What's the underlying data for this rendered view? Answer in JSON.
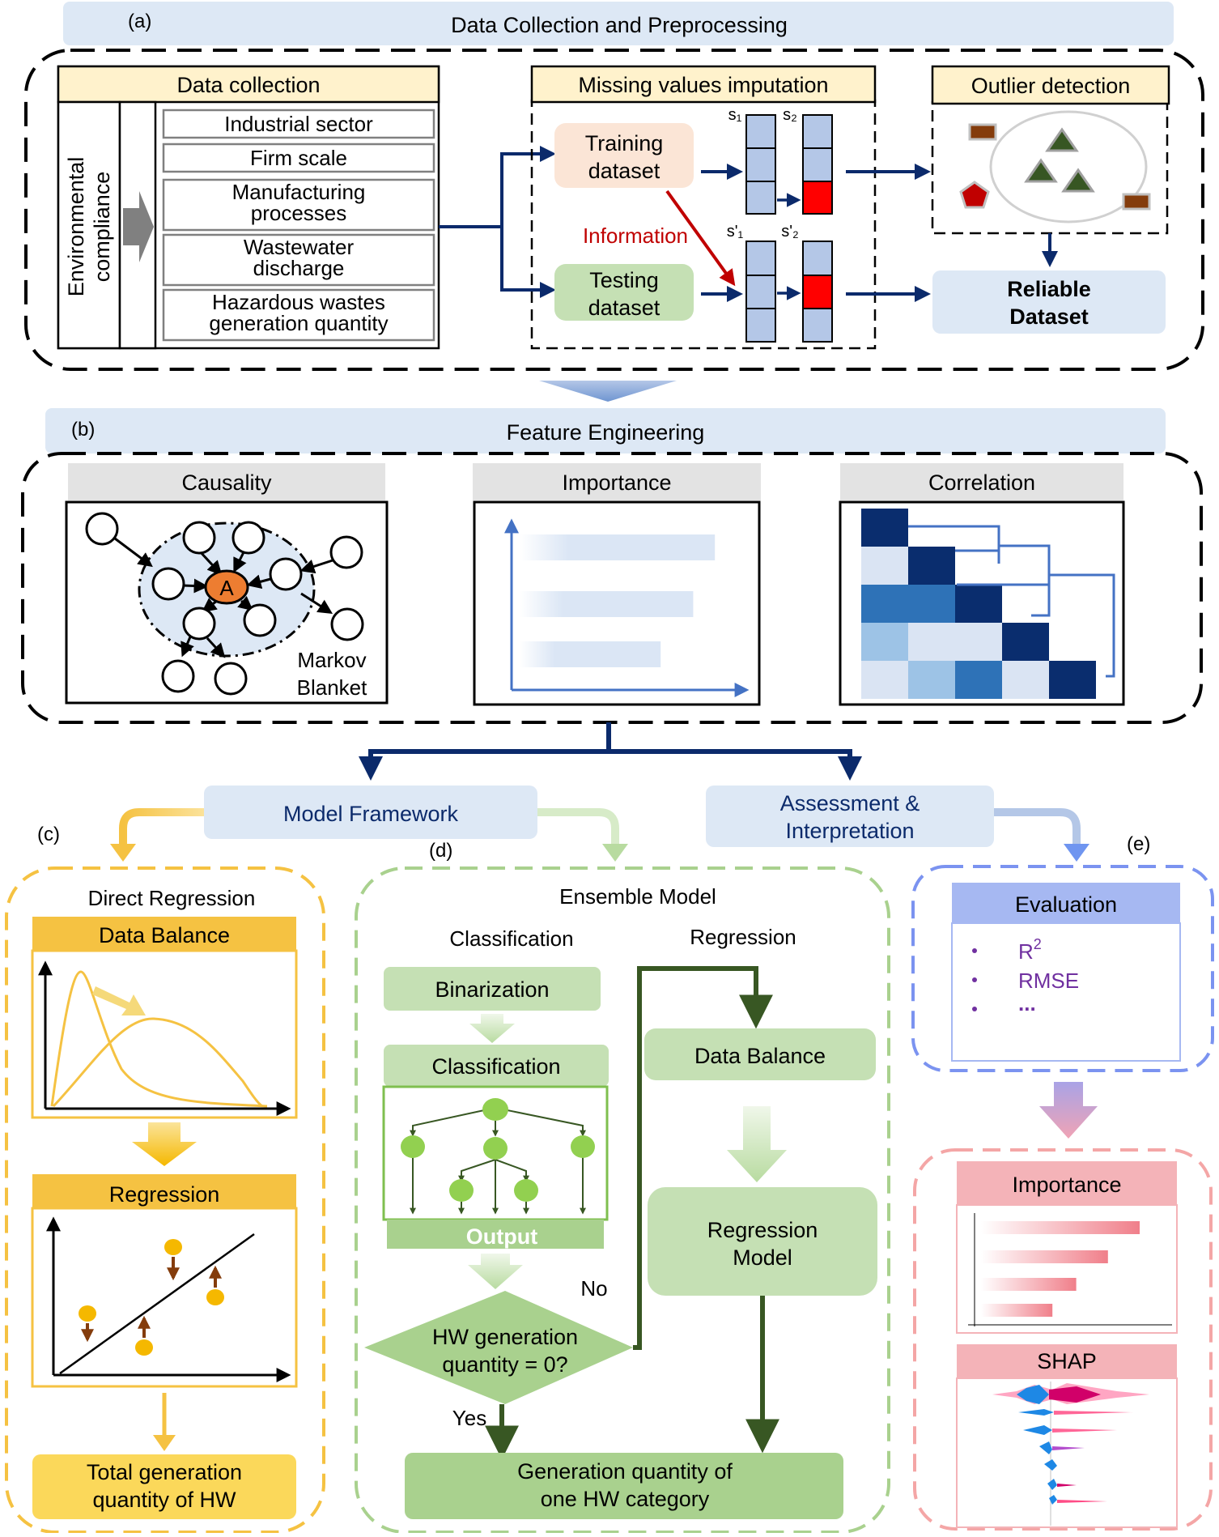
{
  "panel_a": {
    "letter": "(a)",
    "title": "Data Collection and Preprocessing",
    "data_collection": {
      "header": "Data collection",
      "vertical_label_1": "Environmental",
      "vertical_label_2": "compliance",
      "items": [
        [
          "Industrial sector"
        ],
        [
          "Firm scale"
        ],
        [
          "Manufacturing",
          "processes"
        ],
        [
          "Wastewater",
          "discharge"
        ],
        [
          "Hazardous wastes",
          "generation quantity"
        ]
      ]
    },
    "imputation": {
      "header": "Missing values imputation",
      "training_1": "Training",
      "training_2": "dataset",
      "testing_1": "Testing",
      "testing_2": "dataset",
      "information": "Information",
      "s1": "s₁",
      "s2": "s₂",
      "s1p": "s'₁",
      "s2p": "s'₂"
    },
    "outlier": {
      "header": "Outlier detection"
    },
    "reliable_1": "Reliable",
    "reliable_2": "Dataset"
  },
  "panel_b": {
    "letter": "(b)",
    "title": "Feature Engineering",
    "causality": {
      "header": "Causality",
      "node_label": "A",
      "markov_1": "Markov",
      "markov_2": "Blanket"
    },
    "importance": {
      "header": "Importance",
      "bars": [
        0.9,
        0.8,
        0.65
      ]
    },
    "correlation": {
      "header": "Correlation"
    }
  },
  "flow": {
    "model_framework": "Model Framework",
    "assessment_1": "Assessment &",
    "assessment_2": "Interpretation"
  },
  "panel_c": {
    "letter": "(c)",
    "title": "Direct Regression",
    "data_balance": "Data Balance",
    "regression": "Regression",
    "total_1": "Total generation",
    "total_2": "quantity of HW"
  },
  "panel_d": {
    "letter": "(d)",
    "title": "Ensemble Model",
    "classification_col": "Classification",
    "regression_col": "Regression",
    "binarization": "Binarization",
    "classification_box": "Classification",
    "output": "Output",
    "decision_1": "HW generation",
    "decision_2": "quantity = 0?",
    "no": "No",
    "yes": "Yes",
    "data_balance": "Data Balance",
    "regression_model_1": "Regression",
    "regression_model_2": "Model",
    "result_1": "Generation quantity of",
    "result_2": "one HW category"
  },
  "panel_e": {
    "letter": "(e)",
    "evaluation": "Evaluation",
    "metric_r": "R",
    "metric_r_sup": "2",
    "metric_rmse": "RMSE",
    "metric_more": "...",
    "importance": "Importance",
    "importance_bars": [
      1.0,
      0.8,
      0.6,
      0.45
    ],
    "shap": "SHAP"
  },
  "colors": {
    "navy": "#0b2a6b",
    "panel_title_bg": "#dde8f5",
    "yellow": "#f5c242",
    "green": "#a9d18e",
    "dark_green": "#385723",
    "blue_dash": "#7b93f0",
    "pink": "#f4a6a6"
  }
}
